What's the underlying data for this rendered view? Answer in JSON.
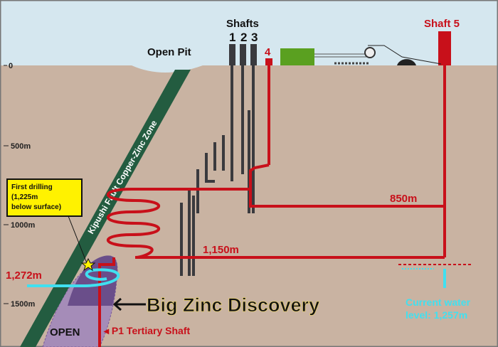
{
  "depth_axis": {
    "labels": [
      "0",
      "500m",
      "1000m",
      "1500m"
    ]
  },
  "surface": {
    "open_pit": "Open Pit",
    "shafts_title": "Shafts",
    "shaft_numbers": [
      "1",
      "2",
      "3"
    ],
    "shaft4": "4",
    "shaft5": "Shaft 5"
  },
  "fault_zone": "Kipushi Fault Copper-Zinc Zone",
  "callout": {
    "line1": "First drilling",
    "line2": "(1,225m",
    "line3": "below surface)"
  },
  "levels": {
    "l850": "850m",
    "l1150": "1,150m",
    "l1272": "1,272m"
  },
  "discovery": "Big Zinc Discovery",
  "open_label": "OPEN",
  "tertiary_shaft": "◂ P1 Tertiary Shaft",
  "water": {
    "line1": "Current water",
    "line2": "level: 1,257m"
  },
  "colors": {
    "sky": "#d5e7ef",
    "ground": "#c9b3a2",
    "red": "#c8101a",
    "shaft_dark": "#3a3a3e",
    "fault": "#235c40",
    "water": "#40e0f0",
    "ore": "#6a4e8a",
    "callout": "#fff200"
  }
}
